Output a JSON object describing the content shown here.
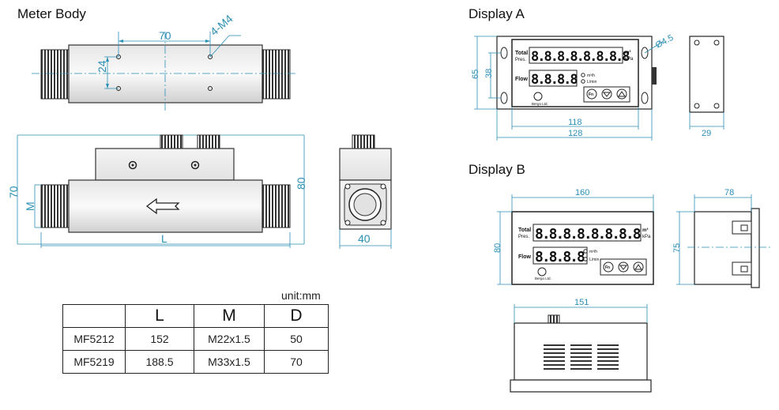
{
  "sections": {
    "meter_body": "Meter Body",
    "display_a": "Display A",
    "display_b": "Display B"
  },
  "meter_body": {
    "top_dims": {
      "width": "70",
      "thread": "4-M4",
      "height": "24"
    },
    "side_dims": {
      "height70": "70",
      "height80": "80",
      "m": "M",
      "l": "L",
      "width40": "40"
    }
  },
  "display_a": {
    "total": "Total",
    "pres": "Pres.",
    "flow": "Flow",
    "unit_m3": "m³",
    "unit_kpa": "kPa",
    "unit_m3h": "m³/h",
    "unit_lmin": "L/min",
    "digits_top": "8.8.8.8.8.8.8.8",
    "digits_bottom": "8.8.8.8",
    "brand": "Bergo Ltd.",
    "fn": "Fn",
    "dims": {
      "d118": "118",
      "d128": "128",
      "d65": "65",
      "d38": "38",
      "hole": "Ø4.5",
      "d29": "29"
    }
  },
  "display_b": {
    "total": "Total",
    "pres": "Pres.",
    "flow": "Flow",
    "unit_m3": "m³",
    "unit_kpa": "kPa",
    "unit_m3h": "m³/h",
    "unit_lmin": "L/min",
    "digits_top": "8.8.8.8.8.8.8.8",
    "digits_bottom": "8.8.8.8",
    "brand": "Bergo Ltd.",
    "fn": "Fn",
    "dims": {
      "d160": "160",
      "d80": "80",
      "d78": "78",
      "d75": "75",
      "d151": "151"
    }
  },
  "table": {
    "unit": "unit:mm",
    "headers": [
      "",
      "L",
      "M",
      "D"
    ],
    "rows": [
      [
        "MF5212",
        "152",
        "M22x1.5",
        "50"
      ],
      [
        "MF5219",
        "188.5",
        "M33x1.5",
        "70"
      ]
    ]
  }
}
